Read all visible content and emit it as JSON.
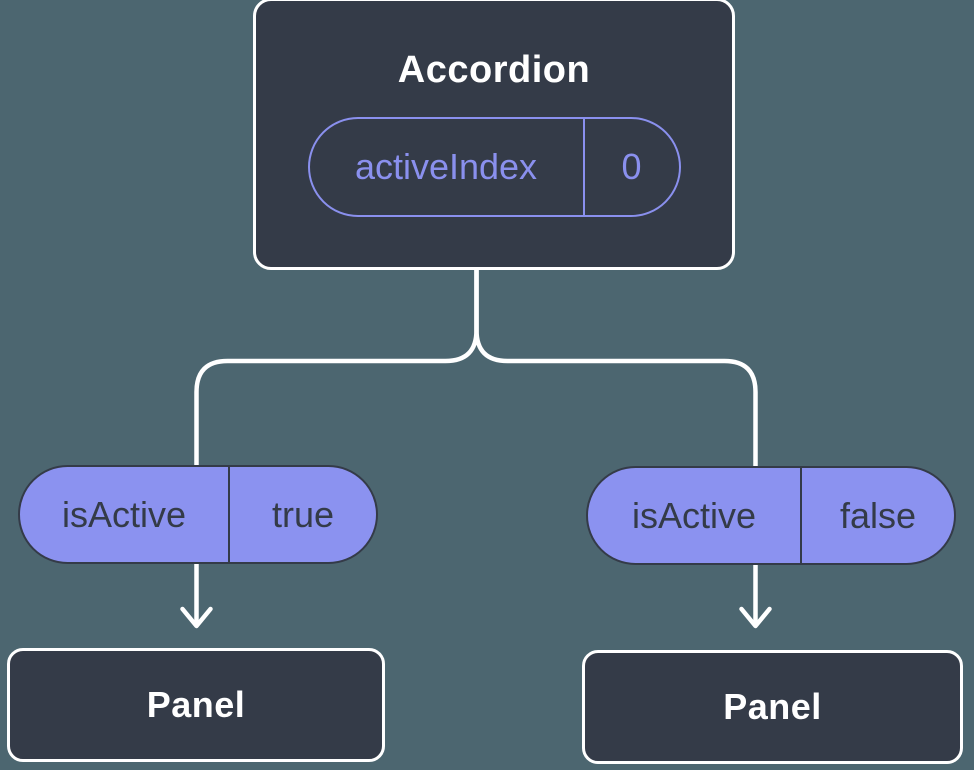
{
  "diagram": {
    "colors": {
      "background": "#4c6670",
      "node_fill": "#343b48",
      "node_border": "#ffffff",
      "connector": "#ffffff",
      "state_accent": "#8a90ee",
      "prop_pill_fill": "#8b92f0",
      "prop_pill_border": "#343b48"
    },
    "root": {
      "title": "Accordion",
      "state": {
        "key": "activeIndex",
        "value": "0"
      }
    },
    "props": [
      {
        "key": "isActive",
        "value": "true"
      },
      {
        "key": "isActive",
        "value": "false"
      }
    ],
    "children": [
      {
        "title": "Panel"
      },
      {
        "title": "Panel"
      }
    ]
  }
}
